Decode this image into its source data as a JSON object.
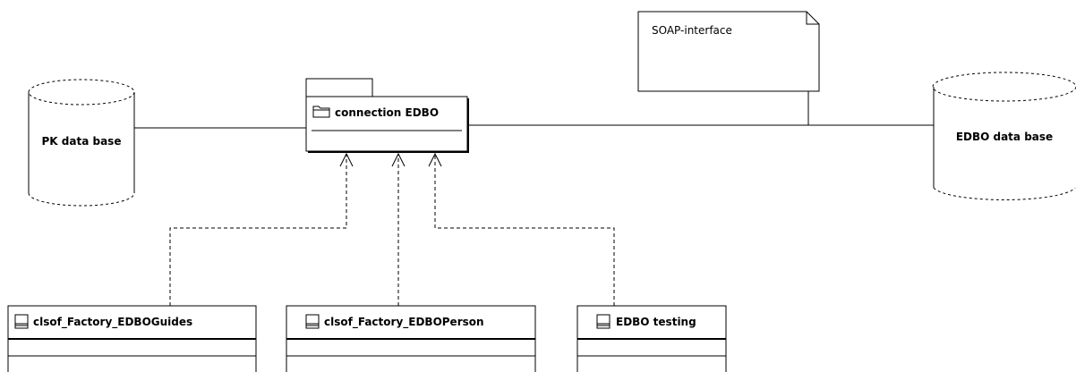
{
  "nodes": {
    "pk_db": {
      "label": "PK data base"
    },
    "edbo_db": {
      "label": "EDBO data base"
    },
    "note": {
      "text": "SOAP-interface"
    },
    "package": {
      "label": "connection EDBO"
    },
    "classes": [
      {
        "label": "clsof_Factory_EDBOGuides"
      },
      {
        "label": "clsof_Factory_EDBOPerson"
      },
      {
        "label": "EDBO testing"
      }
    ]
  }
}
